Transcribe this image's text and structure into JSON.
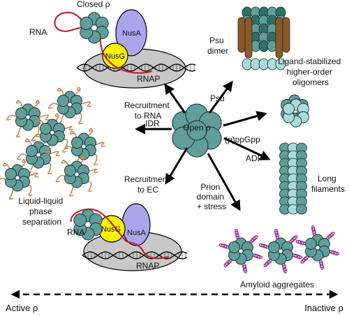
{
  "center": {
    "label": "Open ρ"
  },
  "closed_complex": {
    "title": "Closed ρ",
    "rna": "RNA",
    "nusa": "NusA",
    "nusg": "NusG",
    "rnap": "RNAP"
  },
  "ec_complex": {
    "rna": "RNA",
    "nusa": "NusA",
    "nusg": "NusG",
    "rnap": "RNAP"
  },
  "arrows": {
    "recruit_rna": [
      "Recruitment",
      "to RNA"
    ],
    "idr": "IDR",
    "recruit_ec": [
      "Recruitment",
      "to EC"
    ],
    "prion": [
      "Prion",
      "domain",
      "+ stress"
    ],
    "psu": "Psu",
    "ppgpp": "(p)ppGpp",
    "adp": "ADP"
  },
  "states": {
    "llps": [
      "Liquid-liquid",
      "phase",
      "separation"
    ],
    "psu_dimer": [
      "Psu",
      "dimer"
    ],
    "ligand": [
      "Ligand-stabilized",
      "higher-order",
      "oligomers"
    ],
    "filaments": [
      "Long",
      "filaments"
    ],
    "amyloid": "Amyloid aggregates"
  },
  "axis": {
    "left": "Active ρ",
    "right": "Inactive ρ"
  },
  "colors": {
    "rho": "#5f9e9a",
    "rho_light": "#a9dcdc",
    "nusa": "#a9a6ee",
    "nusg": "#fff200",
    "rnap": "#c8c8c8",
    "rna": "#c0272d",
    "psu": "#8b5a2b",
    "amyloid": "#a0309a",
    "idr": "#c68a52"
  }
}
